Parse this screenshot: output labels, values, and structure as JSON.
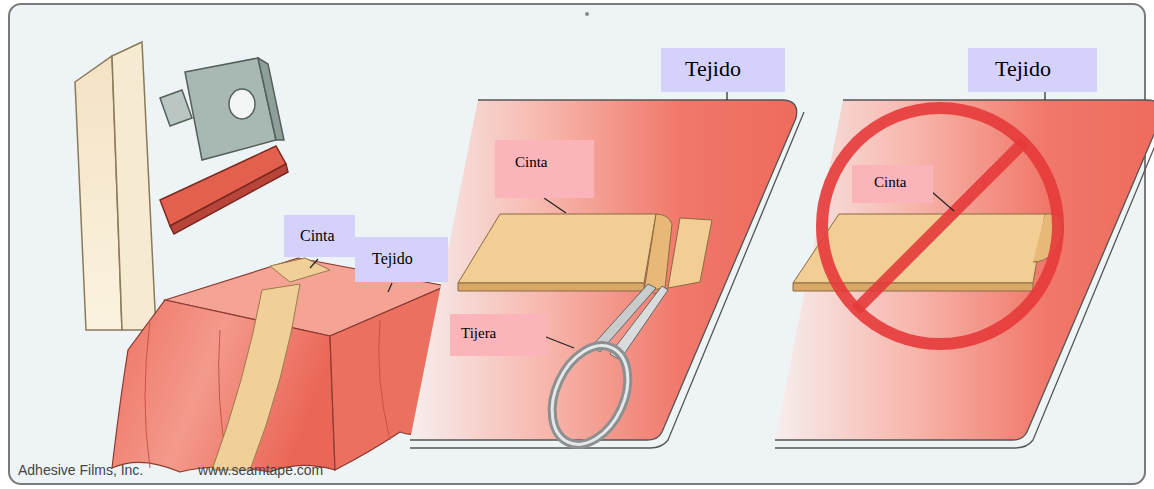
{
  "diagram": {
    "nodes": [
      {
        "text": [
          "Cinta"
        ]
      },
      {
        "text": [
          "Tejido"
        ]
      },
      {
        "text": [
          "Tejido"
        ]
      },
      {
        "text": [
          "Cinta"
        ]
      },
      {
        "text": [
          "Tijera"
        ]
      },
      {
        "text": [
          "Tejido"
        ]
      },
      {
        "text": [
          "Cinta"
        ]
      }
    ],
    "edges": [],
    "labels": [
      "Adhesive Films, Inc.",
      "www.seamtape.com"
    ]
  }
}
